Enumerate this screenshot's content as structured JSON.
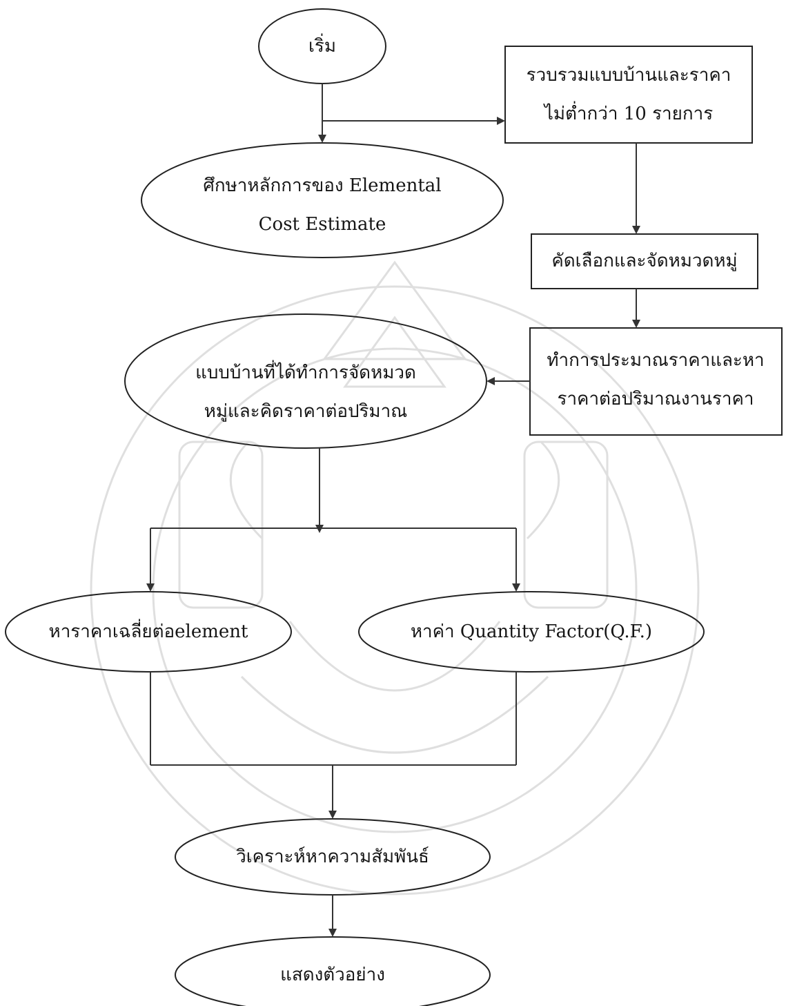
{
  "flowchart": {
    "start": "เริ่ม",
    "collect": [
      "รวบรวมแบบบ้านและราคา",
      "ไม่ต่ำกว่า 10 รายการ"
    ],
    "study": [
      "ศึกษาหลักการของ Elemental",
      "Cost  Estimate"
    ],
    "select": "คัดเลือกและจัดหมวดหมู่",
    "estimate": [
      "ทำการประมาณราคาและหา",
      "ราคาต่อปริมาณงานราคา"
    ],
    "classified": [
      "แบบบ้านที่ได้ทำการจัดหมวด",
      "หมู่และคิดราคาต่อปริมาณ"
    ],
    "avg_price": "หาราคาเฉลี่ยต่อelement",
    "qf": "หาค่า Quantity Factor(Q.F.)",
    "analyze": "วิเคราะห์หาความสัมพันธ์",
    "example": "แสดงตัวอย่าง"
  }
}
